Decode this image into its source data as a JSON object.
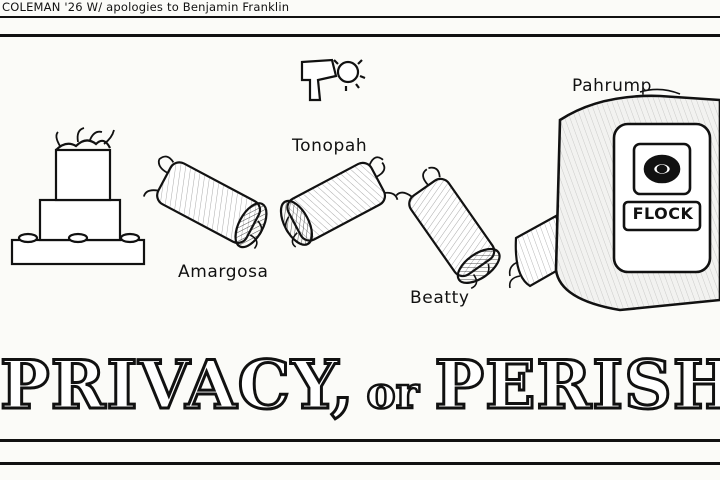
{
  "credit": "COLEMAN '26 W/ apologies to Benjamin Franklin",
  "towns": {
    "amargosa": "Amargosa",
    "tonopah": "Tonopah",
    "beatty": "Beatty",
    "pahrump": "Pahrump"
  },
  "camera_brand": "FLOCK",
  "headline": {
    "part1": "PRIVACY,",
    "part2": "or",
    "part3": "PERISH"
  },
  "icons": {
    "severed_snake_segments": "snake-segment-icon",
    "hammer_saw": "hammer-saw-icon",
    "camera": "surveillance-camera-icon"
  }
}
